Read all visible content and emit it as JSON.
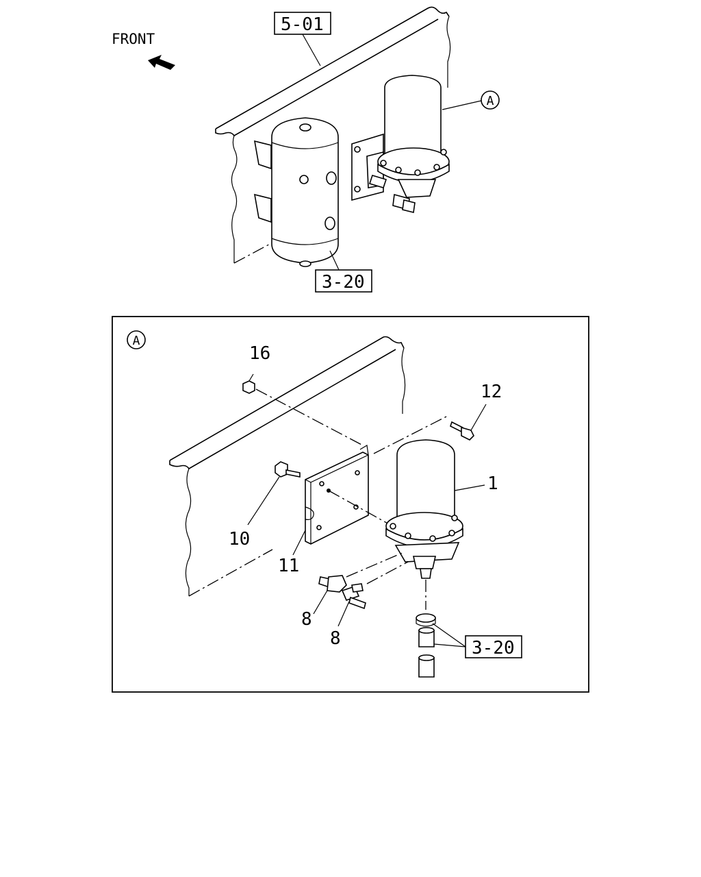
{
  "labels": {
    "front": "FRONT",
    "ref_top": "5-01",
    "ref_tank": "3-20",
    "ref_hose": "3-20",
    "detail_marker": "A",
    "callout_marker": "A"
  },
  "parts": {
    "p1": "1",
    "p8a": "8",
    "p8b": "8",
    "p10": "10",
    "p11": "11",
    "p12": "12",
    "p16": "16"
  }
}
